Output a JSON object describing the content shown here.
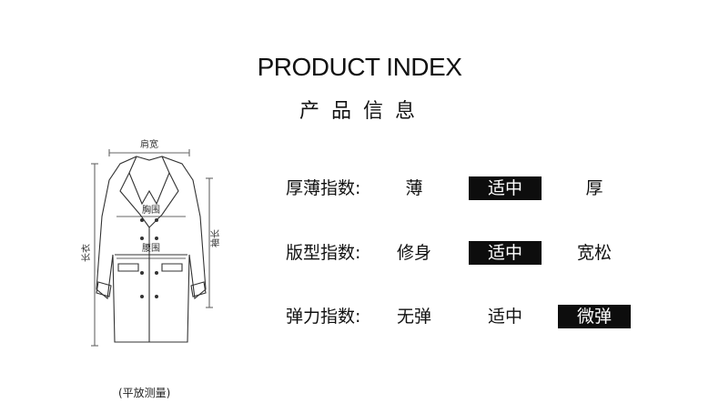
{
  "header": {
    "title": "PRODUCT INDEX",
    "subtitle": "产品信息"
  },
  "diagram": {
    "shoulder": "肩宽",
    "chest": "胸围",
    "waist": "腰围",
    "length": "长衣",
    "sleeve": "袖长",
    "note": "(平放测量)"
  },
  "indices": [
    {
      "label": "厚薄指数:",
      "options": [
        "薄",
        "适中",
        "厚"
      ],
      "selected": 1
    },
    {
      "label": "版型指数:",
      "options": [
        "修身",
        "适中",
        "宽松"
      ],
      "selected": 1
    },
    {
      "label": "弹力指数:",
      "options": [
        "无弹",
        "适中",
        "微弹"
      ],
      "selected": 2
    }
  ]
}
